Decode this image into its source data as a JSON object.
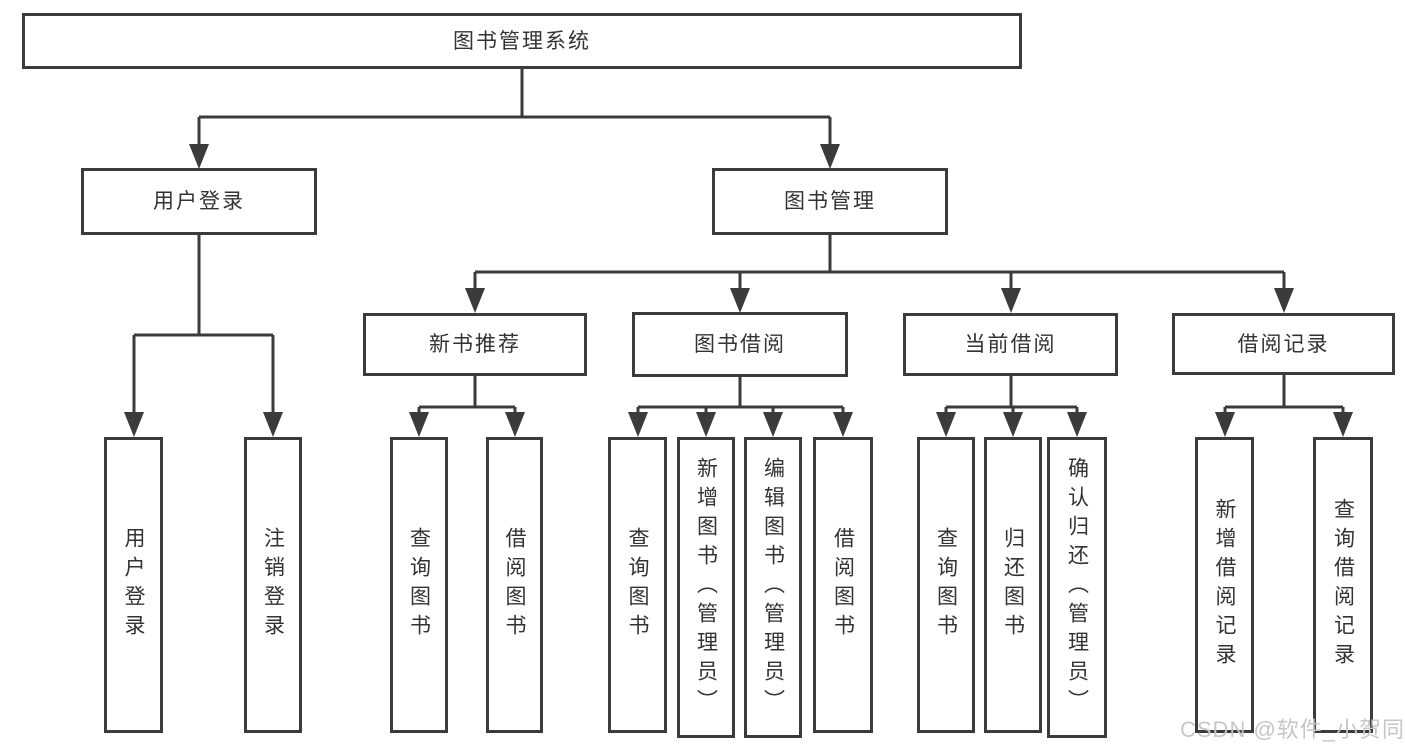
{
  "diagram": {
    "title_node": "图书管理系统",
    "level2": {
      "user_login": "用户登录",
      "book_mgmt": "图书管理"
    },
    "level3": {
      "new_books": "新书推荐",
      "book_borrow": "图书借阅",
      "current_borrow": "当前借阅",
      "borrow_records": "借阅记录"
    },
    "leaves": {
      "user_login_leaf": "用户登录",
      "logout": "注销登录",
      "nb_query": "查询图书",
      "nb_borrow": "借阅图书",
      "bb_query": "查询图书",
      "bb_add": "新增图书（管理员）",
      "bb_edit": "编辑图书（管理员）",
      "bb_borrow": "借阅图书",
      "cb_query": "查询图书",
      "cb_return": "归还图书",
      "cb_confirm": "确认归还（管理员）",
      "br_add": "新增借阅记录",
      "br_query": "查询借阅记录"
    },
    "watermark": "CSDN @软件_小贺同学",
    "colors": {
      "line": "#3b3b3b",
      "text": "#333333",
      "background": "#ffffff",
      "watermark": "#c6c6c6"
    }
  }
}
